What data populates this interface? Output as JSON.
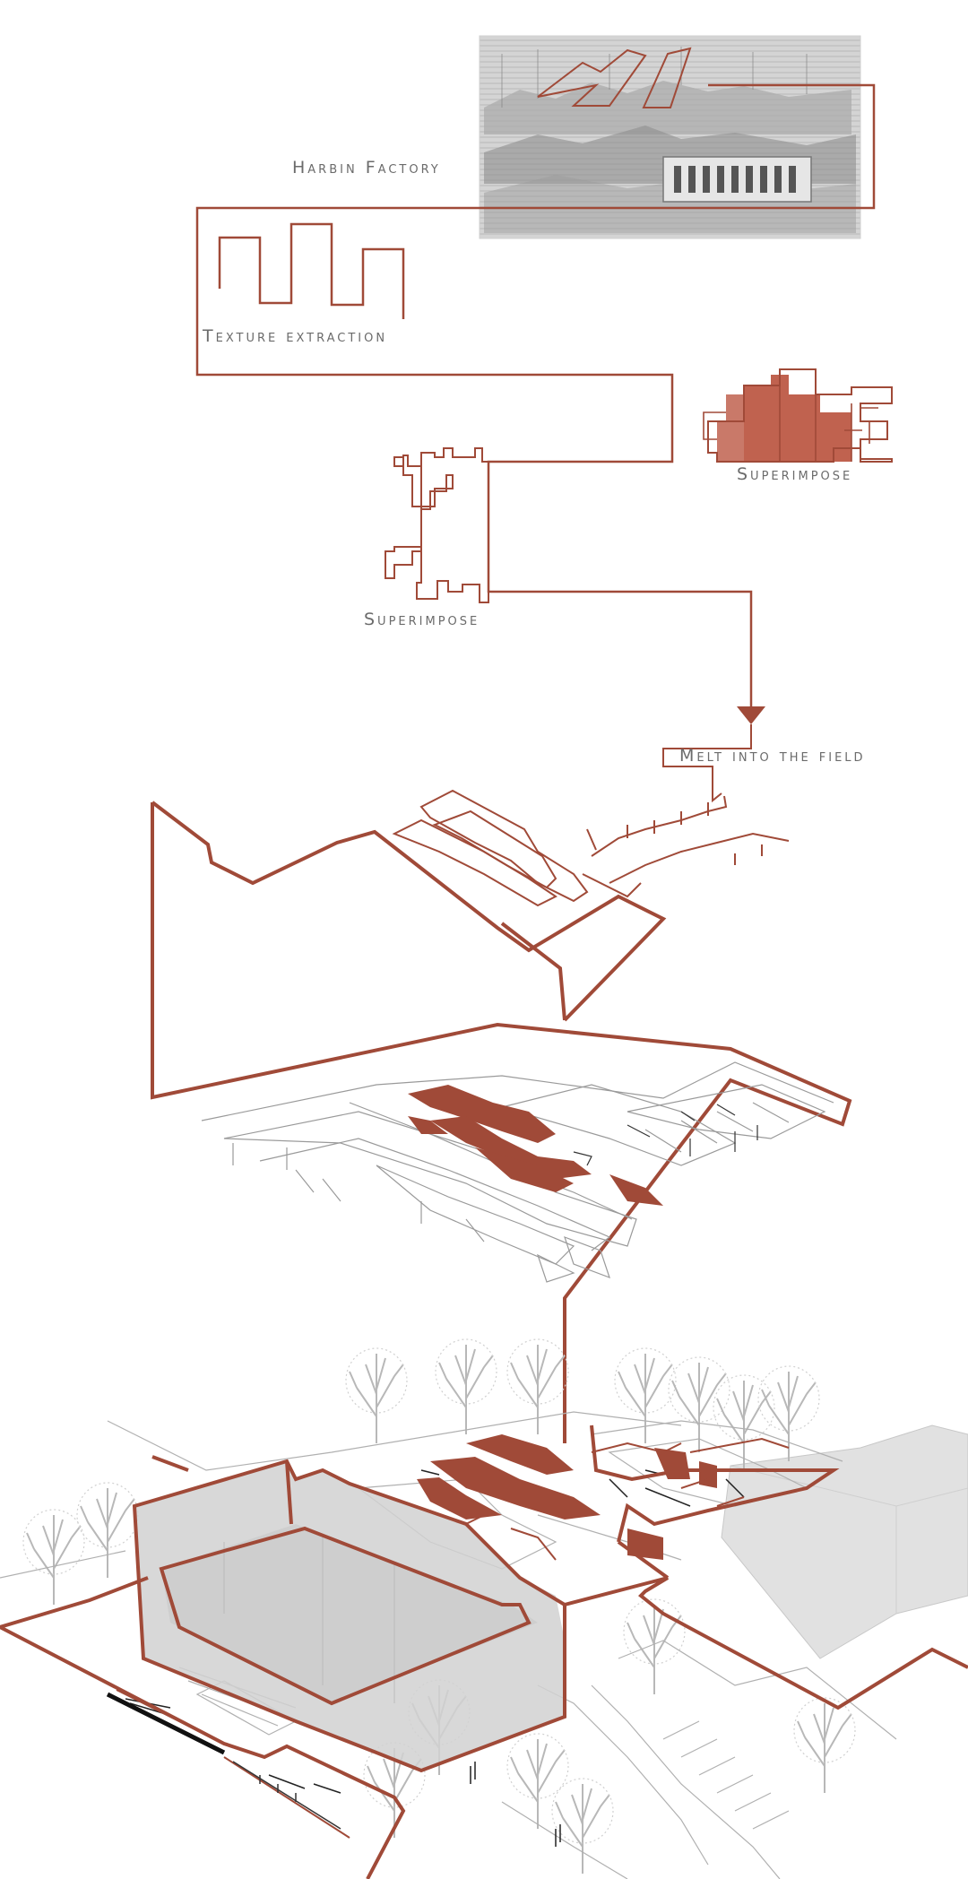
{
  "labels": {
    "harbin_factory": "Harbin Factory",
    "texture_extraction": "Texture extraction",
    "superimpose_right": "Superimpose",
    "superimpose_left": "Superimpose",
    "melt_into_field": "Melt into the field"
  },
  "colors": {
    "accent": "#a04a38",
    "accent_fill": "#c0624f",
    "label_text": "#6b6b6b",
    "plan_line": "#9a9a9a",
    "tree": "#b8b8b8",
    "volume_fill": "#d3d3d3"
  }
}
